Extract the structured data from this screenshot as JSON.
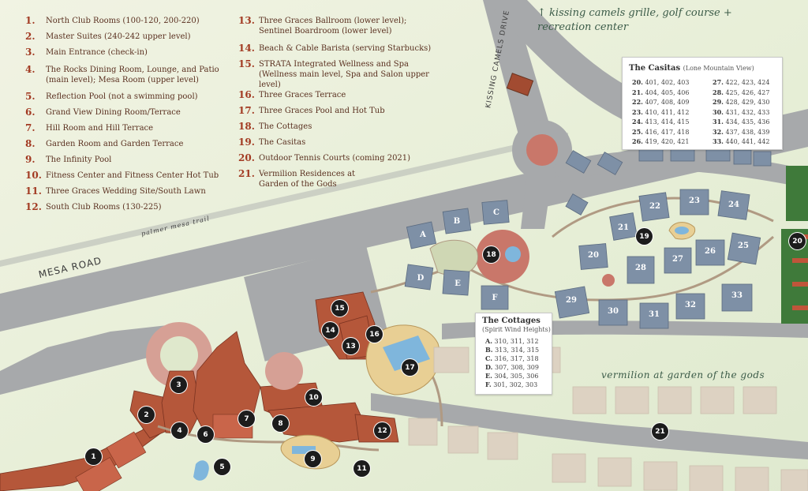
{
  "legend": [
    {
      "num": "1.",
      "text": "North Club Rooms (100-120, 200-220)"
    },
    {
      "num": "2.",
      "text": "Master Suites (240-242 upper level)"
    },
    {
      "num": "3.",
      "text": "Main Entrance (check-in)"
    },
    {
      "num": "4.",
      "text": "The Rocks Dining Room, Lounge, and Patio",
      "text2": "(main level); Mesa Room (upper level)"
    },
    {
      "num": "5.",
      "text": "Reflection Pool (not a swimming pool)"
    },
    {
      "num": "6.",
      "text": "Grand View Dining Room/Terrace"
    },
    {
      "num": "7.",
      "text": "Hill Room and Hill Terrace"
    },
    {
      "num": "8.",
      "text": "Garden Room and Garden Terrace"
    },
    {
      "num": "9.",
      "text": "The Infinity Pool"
    },
    {
      "num": "10.",
      "text": "Fitness Center and Fitness Center Hot Tub"
    },
    {
      "num": "11.",
      "text": "Three Graces Wedding Site/South Lawn"
    },
    {
      "num": "12.",
      "text": "South Club Rooms (130-225)"
    },
    {
      "num": "13.",
      "text": "Three Graces Ballroom (lower level);",
      "text2": "Sentinel Boardroom (lower level)"
    },
    {
      "num": "14.",
      "text": "Beach & Cable Barista (serving Starbucks)"
    },
    {
      "num": "15.",
      "text": "STRATA Integrated Wellness and Spa",
      "text2": "(Wellness main level, Spa and Salon upper level)"
    },
    {
      "num": "16.",
      "text": "Three Graces Terrace"
    },
    {
      "num": "17.",
      "text": "Three Graces Pool and Hot Tub"
    },
    {
      "num": "18.",
      "text": "The Cottages"
    },
    {
      "num": "19.",
      "text": "The Casitas"
    },
    {
      "num": "20.",
      "text": "Outdoor Tennis Courts (coming 2021)"
    },
    {
      "num": "21.",
      "text": "Vermilion Residences at",
      "text2": "Garden of the Gods"
    }
  ],
  "roads": {
    "mesa_road": "MESA ROAD",
    "kissing_camels_drive": "KISSING CAMELS DRIVE",
    "palmer_trail": "palmer mesa trail"
  },
  "notes": {
    "arrow": "↑",
    "north_line1": "kissing camels grille, golf course +",
    "north_line2": "recreation center",
    "vermilion": "vermilion at garden of the gods"
  },
  "casitas": {
    "title": "The Casitas",
    "subtitle": "(Lone Mountain View)",
    "left": [
      {
        "n": "20.",
        "rooms": "401, 402, 403"
      },
      {
        "n": "21.",
        "rooms": "404, 405, 406"
      },
      {
        "n": "22.",
        "rooms": "407, 408, 409"
      },
      {
        "n": "23.",
        "rooms": "410, 411, 412"
      },
      {
        "n": "24.",
        "rooms": "413, 414, 415"
      },
      {
        "n": "25.",
        "rooms": "416, 417, 418"
      },
      {
        "n": "26.",
        "rooms": "419, 420, 421"
      }
    ],
    "right": [
      {
        "n": "27.",
        "rooms": "422, 423, 424"
      },
      {
        "n": "28.",
        "rooms": "425, 426, 427"
      },
      {
        "n": "29.",
        "rooms": "428, 429, 430"
      },
      {
        "n": "30.",
        "rooms": "431, 432, 433"
      },
      {
        "n": "31.",
        "rooms": "434, 435, 436"
      },
      {
        "n": "32.",
        "rooms": "437, 438, 439"
      },
      {
        "n": "33.",
        "rooms": "440, 441, 442"
      }
    ]
  },
  "cottages": {
    "title": "The Cottages",
    "subtitle": "(Spirit Wind Heights)",
    "rows": [
      {
        "n": "A.",
        "rooms": "310, 311, 312"
      },
      {
        "n": "B.",
        "rooms": "313, 314, 315"
      },
      {
        "n": "C.",
        "rooms": "316, 317, 318"
      },
      {
        "n": "D.",
        "rooms": "307, 308, 309"
      },
      {
        "n": "E.",
        "rooms": "304, 305, 306"
      },
      {
        "n": "F.",
        "rooms": "301, 302, 303"
      }
    ]
  },
  "markers": [
    "1",
    "2",
    "3",
    "4",
    "5",
    "6",
    "7",
    "8",
    "9",
    "10",
    "11",
    "12",
    "13",
    "14",
    "15",
    "16",
    "17",
    "18",
    "19",
    "20",
    "21"
  ],
  "cottage_letters": [
    "A",
    "B",
    "C",
    "D",
    "E",
    "F"
  ],
  "casita_numbers": [
    "20",
    "21",
    "22",
    "23",
    "24",
    "25",
    "26",
    "27",
    "28",
    "29",
    "30",
    "31",
    "32",
    "33"
  ],
  "colors": {
    "background": "#eef2df",
    "road": "#a7a9ab",
    "building_main": "#b5573a",
    "cottage": "#7e90a6",
    "marker": "#1c1c1c",
    "legend_number": "#a23a22",
    "tennis": "#3f7a3a"
  }
}
